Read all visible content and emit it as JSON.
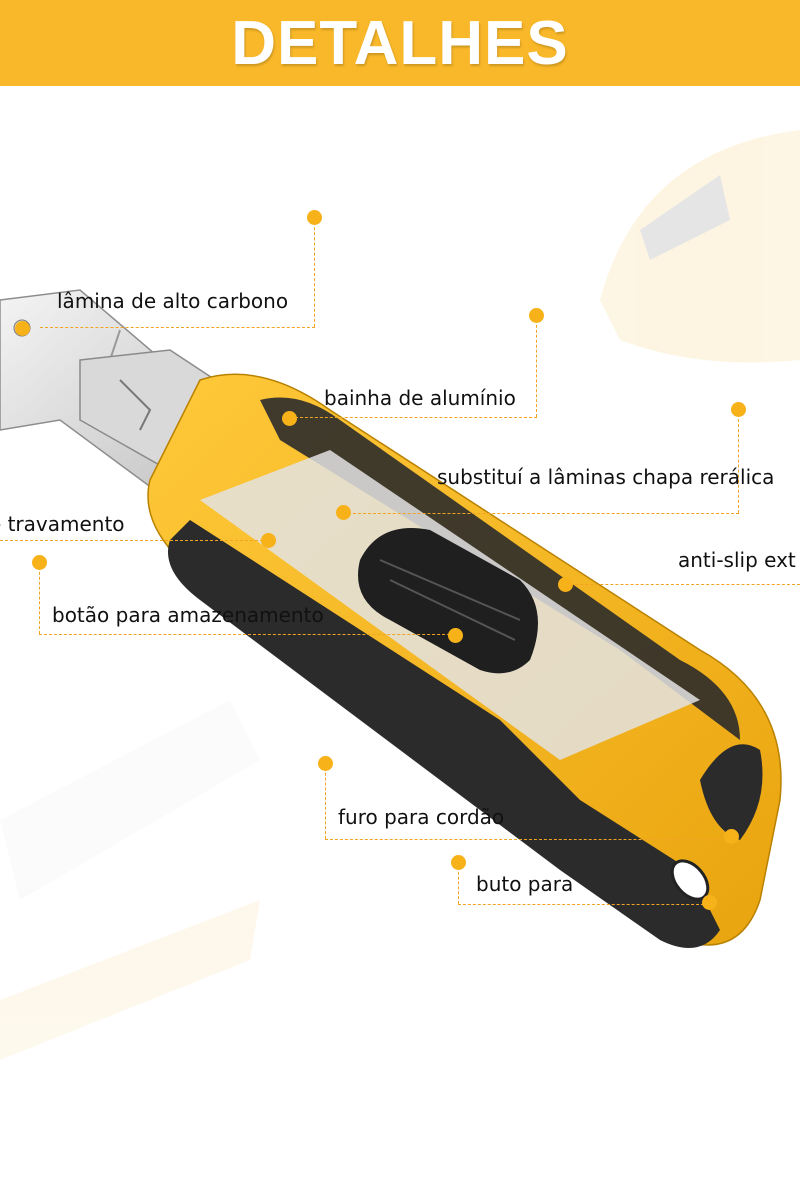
{
  "header": {
    "title": "DETALHES"
  },
  "labels": {
    "lamina": "lâmina de alto carbono",
    "bainha": "bainha de alumínio",
    "substitui": "substituí a lâminas chapa rerálica",
    "travamento": "- travamento",
    "antislip": "anti-slip ext",
    "botao": "botão para amazenamento",
    "furo": "furo para cordão",
    "buto": "buto para"
  },
  "colors": {
    "banner": "#f9b829",
    "accent": "#f7b21a",
    "handle_yellow": "#f5b21d",
    "handle_black": "#2b2b2b"
  }
}
